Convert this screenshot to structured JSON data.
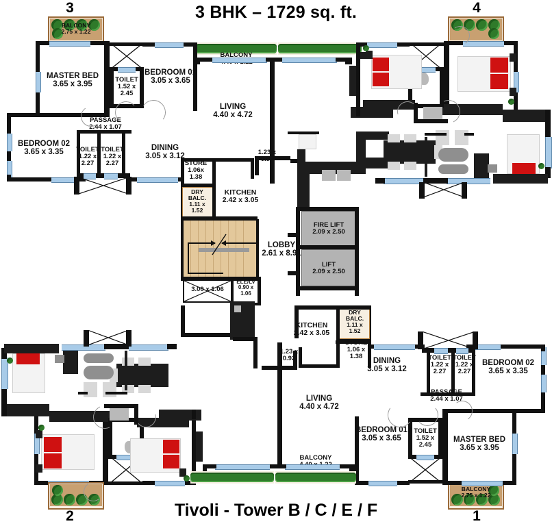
{
  "header": {
    "title": "3 BHK – 1729 sq. ft."
  },
  "footer": {
    "title": "Tivoli -  Tower B / C / E / F"
  },
  "unit_numbers": {
    "top_left": "3",
    "top_right": "4",
    "bottom_left": "2",
    "bottom_right": "1"
  },
  "colors": {
    "wall": "#111111",
    "window": "#a8cbe8",
    "balcony_planter": "#c8a071",
    "shrub": "#2f7a2a",
    "lift_car": "#b3b3b3",
    "stair": "#e3c89b",
    "bed_red": "#cf1111",
    "paper": "#ffffff"
  },
  "unit_top_left": {
    "rooms": [
      {
        "name": "balcony-master",
        "label": "BALCONY",
        "dim": "2.75 x 1.22"
      },
      {
        "name": "master-bed",
        "label": "MASTER BED",
        "dim": "3.65 x 3.95"
      },
      {
        "name": "toilet-master",
        "label": "TOILET",
        "dim": "1.52 x\n2.45"
      },
      {
        "name": "bedroom-01",
        "label": "BEDROOM 01",
        "dim": "3.05 x 3.65"
      },
      {
        "name": "passage",
        "label": "PASSAGE",
        "dim": "2.44 x 1.07"
      },
      {
        "name": "bedroom-02",
        "label": "BEDROOM 02",
        "dim": "3.65 x 3.35"
      },
      {
        "name": "toilet-a",
        "label": "TOILET",
        "dim": "1.22 x\n2.27"
      },
      {
        "name": "toilet-b",
        "label": "TOILET",
        "dim": "1.22 x\n2.27"
      },
      {
        "name": "dining",
        "label": "DINING",
        "dim": "3.05 x 3.12"
      },
      {
        "name": "balcony-living",
        "label": "BALCONY",
        "dim": "4.40 x 1.22"
      },
      {
        "name": "living",
        "label": "LIVING",
        "dim": "4.40 x 4.72"
      },
      {
        "name": "store",
        "label": "STORE",
        "dim": "1.06x\n1.38"
      },
      {
        "name": "dry-balcony",
        "label": "DRY\nBALC.",
        "dim": "1.11 x\n1.52"
      },
      {
        "name": "kitchen",
        "label": "KITCHEN",
        "dim": "2.42 x 3.05"
      },
      {
        "name": "duct",
        "label": "",
        "dim": "1.23 x\n0.92"
      }
    ]
  },
  "unit_bottom_right": {
    "rooms": [
      {
        "name": "balcony-master",
        "label": "BALCONY",
        "dim": "2.75 x 1.22"
      },
      {
        "name": "master-bed",
        "label": "MASTER BED",
        "dim": "3.65 x 3.95"
      },
      {
        "name": "toilet-master",
        "label": "TOILET",
        "dim": "1.52 x\n2.45"
      },
      {
        "name": "bedroom-01",
        "label": "BEDROOM 01",
        "dim": "3.05 x 3.65"
      },
      {
        "name": "passage",
        "label": "PASSAGE",
        "dim": "2.44 x 1.07"
      },
      {
        "name": "bedroom-02",
        "label": "BEDROOM 02",
        "dim": "3.65 x 3.35"
      },
      {
        "name": "toilet-a",
        "label": "TOILET",
        "dim": "1.22 x\n2.27"
      },
      {
        "name": "toilet-b",
        "label": "TOILET",
        "dim": "1.22 x\n2.27"
      },
      {
        "name": "dining",
        "label": "DINING",
        "dim": "3.05 x 3.12"
      },
      {
        "name": "balcony-living",
        "label": "BALCONY",
        "dim": "4.40 x 1.22"
      },
      {
        "name": "living",
        "label": "LIVING",
        "dim": "4.40 x 4.72"
      },
      {
        "name": "store",
        "label": "STORE",
        "dim": "1.06 x\n1.38"
      },
      {
        "name": "dry-balcony",
        "label": "DRY\nBALC.",
        "dim": "1.11 x\n1.52"
      },
      {
        "name": "kitchen",
        "label": "KITCHEN",
        "dim": "2.42 x 3.05"
      },
      {
        "name": "duct",
        "label": "",
        "dim": "1.23 x\n0.92"
      }
    ]
  },
  "core": {
    "lobby": {
      "label": "LOBBY",
      "dim": "2.61 x 8.91"
    },
    "fire_lift": {
      "label": "FIRE LIFT",
      "dim": "2.09 x 2.50"
    },
    "lift": {
      "label": "LIFT",
      "dim": "2.09 x 2.50"
    },
    "shaft": {
      "label": "",
      "dim": "3.00 x 1.06"
    },
    "ele_lv": {
      "label": "ELE/LV",
      "dim": "0.90 x\n1.06"
    }
  }
}
